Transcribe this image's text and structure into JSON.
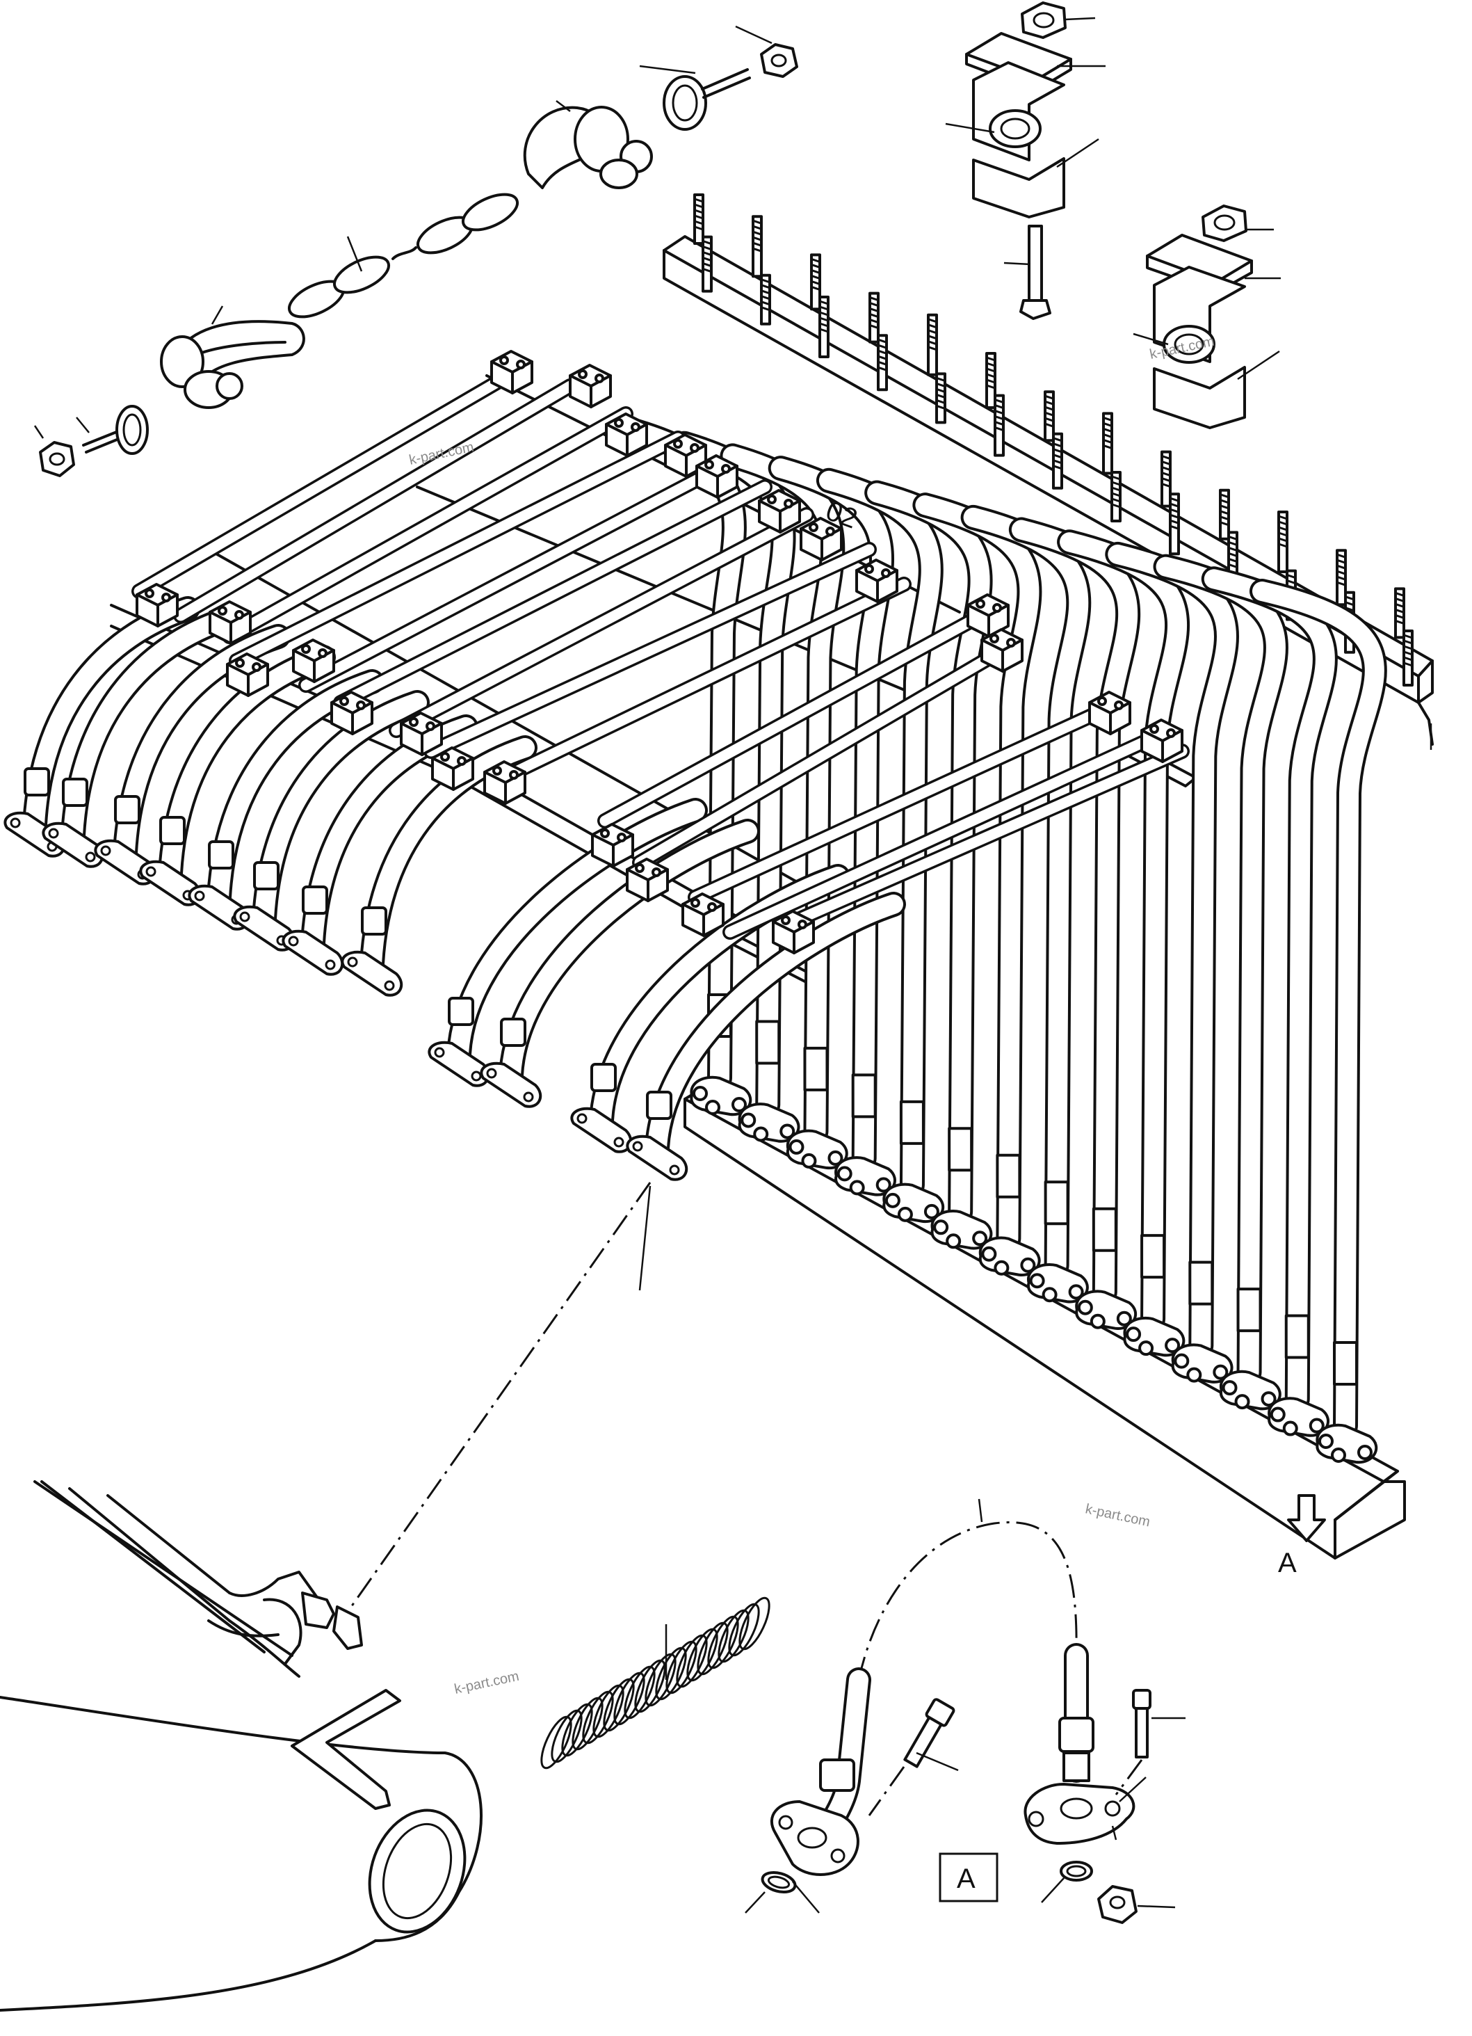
{
  "labels": {
    "view_label": "A",
    "detail_box_label": "A",
    "part_mark": "02"
  },
  "watermarks": [
    "k-part.com",
    "k-part.com",
    "k-part.com",
    "k-part.com"
  ]
}
